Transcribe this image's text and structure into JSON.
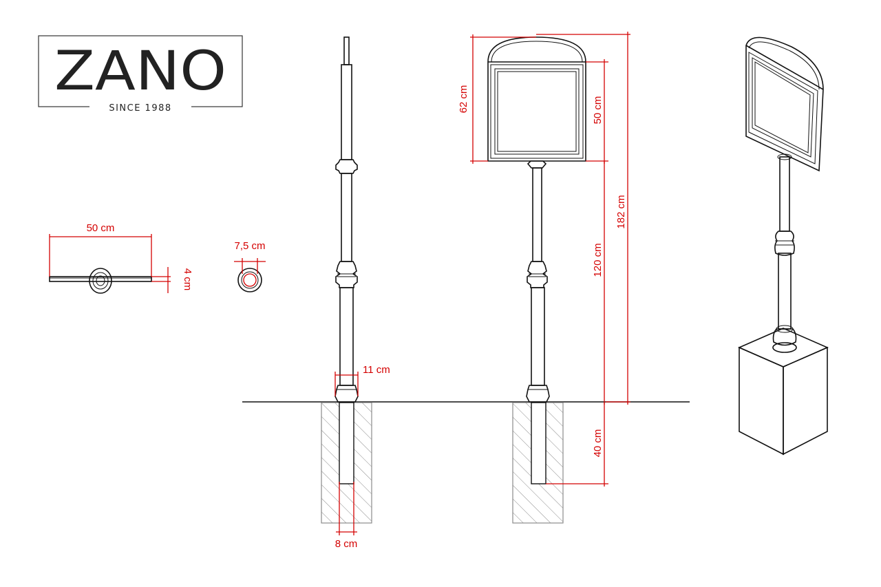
{
  "logo": {
    "brand": "ZANO",
    "tagline": "SINCE 1988"
  },
  "dimensions": {
    "top_view_width": "50 cm",
    "top_view_thickness": "4 cm",
    "post_diameter": "7,5 cm",
    "collar_width": "11 cm",
    "post_width": "8 cm",
    "board_total_height": "62 cm",
    "board_panel_height": "50 cm",
    "post_above_ground": "120 cm",
    "total_height": "182 cm",
    "buried_depth": "40 cm"
  },
  "colors": {
    "dimension": "#d40000",
    "outline": "#111111",
    "hatch": "#8a8a8a"
  }
}
